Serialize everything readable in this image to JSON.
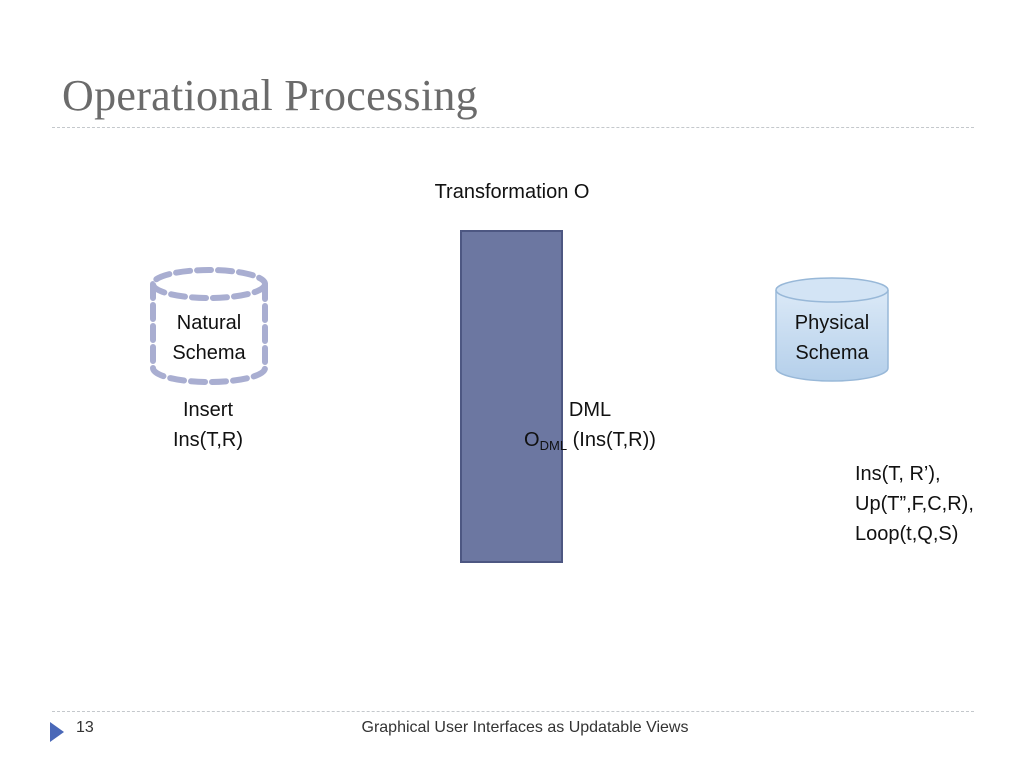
{
  "slide": {
    "title": "Operational Processing",
    "page_number": "13",
    "footer_text": "Graphical User Interfaces as Updatable Views"
  },
  "diagram": {
    "transformation_label": "Transformation O",
    "natural_schema": {
      "line1": "Natural",
      "line2": "Schema"
    },
    "physical_schema": {
      "line1": "Physical",
      "line2": "Schema"
    },
    "insert": {
      "line1": "Insert",
      "line2": "Ins(T,R)"
    },
    "dml": {
      "line1": "DML",
      "operator": "O",
      "operator_sub": "DML",
      "operator_args": " (Ins(T,R))"
    },
    "output": {
      "line1": "Ins(T, R’),",
      "line2": "Up(T”,F,C,R),",
      "line3": "Loop(t,Q,S)"
    }
  },
  "colors": {
    "title": "#6b6b6b",
    "bar_fill": "#6c77a1",
    "bar_border": "#4d5782",
    "physical_fill": "#c6dcf2",
    "physical_border": "#98b8d8",
    "natural_dash": "#a9aed1",
    "footer_arrow": "#4a68b8"
  }
}
